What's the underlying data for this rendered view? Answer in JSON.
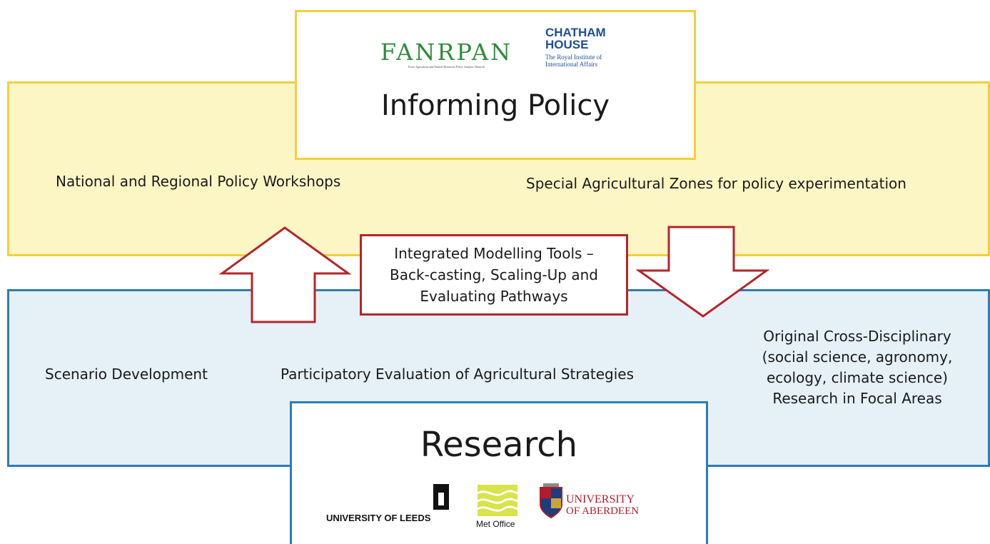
{
  "policy": {
    "title": "Informing Policy",
    "left_label": "National and Regional Policy Workshops",
    "right_label": "Special Agricultural Zones for policy experimentation",
    "logos": {
      "fanrpan": "FANRPAN",
      "fanrpan_tagline": "Food, Agriculture and Natural Resources Policy Analysis Network",
      "chatham_line1": "CHATHAM",
      "chatham_line2": "HOUSE",
      "chatham_tagline_1": "The Royal Institute of",
      "chatham_tagline_2": "International Affairs"
    }
  },
  "center": {
    "lines": [
      "Integrated Modelling Tools –",
      "Back-casting, Scaling-Up and",
      "Evaluating Pathways"
    ]
  },
  "research": {
    "title": "Research",
    "left_label": "Scenario Development",
    "middle_label": "Participatory Evaluation of Agricultural Strategies",
    "right_lines": [
      "Original Cross-Disciplinary",
      "(social science, agronomy,",
      "ecology, climate science)",
      "Research in Focal Areas"
    ],
    "logos": {
      "leeds": "UNIVERSITY OF LEEDS",
      "metoffice": "Met Office",
      "aberdeen_line1": "UNIVERSITY",
      "aberdeen_line2": "OF ABERDEEN"
    }
  },
  "colors": {
    "policy_fill": "#fcf6c5",
    "policy_border": "#f2cf3c",
    "research_fill": "#e5f0f7",
    "research_border": "#2d7cba",
    "arrow_border": "#b3262a"
  }
}
